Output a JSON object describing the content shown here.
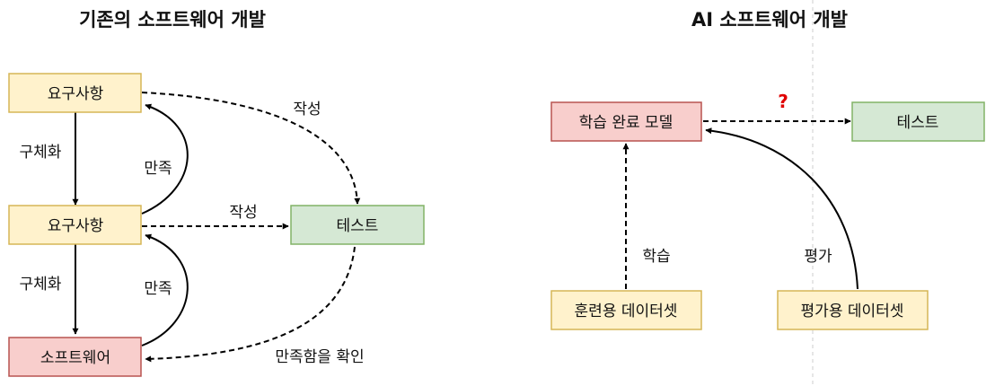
{
  "colors": {
    "requirement_fill": "#fff2cc",
    "requirement_stroke": "#d6b656",
    "test_fill": "#d5e8d4",
    "test_stroke": "#82b366",
    "software_fill": "#f8cecc",
    "software_stroke": "#b85450",
    "question_mark": "#e00000",
    "divider": "#cccccc"
  },
  "left": {
    "title": "기존의 소프트웨어 개발",
    "nodes": {
      "requirement_top": "요구사항",
      "requirement_mid": "요구사항",
      "software": "소프트웨어",
      "test": "테스트"
    },
    "edges": {
      "concretize_1": "구체화",
      "concretize_2": "구체화",
      "satisfy_1": "만족",
      "satisfy_2": "만족",
      "write_1": "작성",
      "write_2": "작성",
      "confirm": "만족함을 확인"
    }
  },
  "right": {
    "title": "AI 소프트웨어 개발",
    "nodes": {
      "trained_model": "학습 완료 모델",
      "test": "테스트",
      "train_data": "훈련용 데이터셋",
      "eval_data": "평가용 데이터셋"
    },
    "edges": {
      "learn": "학습",
      "evaluate": "평가",
      "unknown": "?"
    }
  }
}
